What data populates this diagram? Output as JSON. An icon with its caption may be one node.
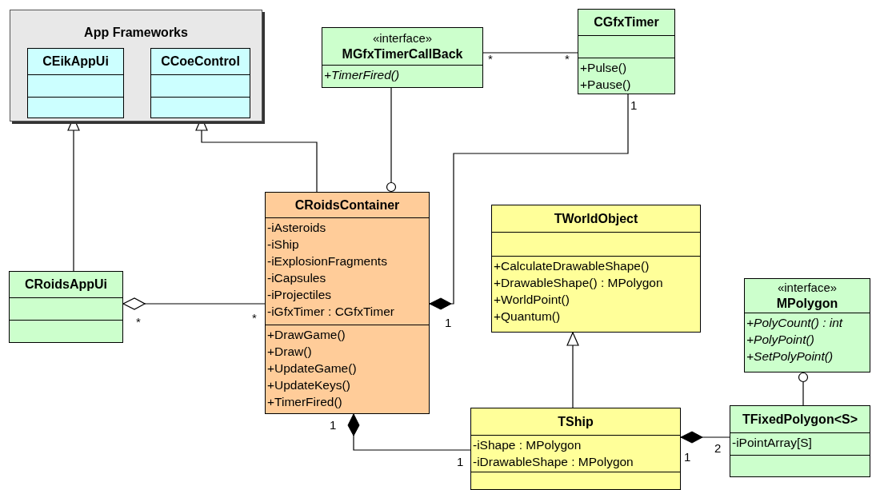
{
  "diagram": {
    "nodes": [
      {
        "text": [
          "App Frameworks"
        ]
      },
      {
        "text": [
          "CEikAppUi"
        ],
        "in": 0
      },
      {
        "text": [
          "CCoeControl"
        ],
        "in": 0
      },
      {
        "text": [
          "«interface»",
          "MGfxTimerCallBack",
          "+TimerFired()"
        ]
      },
      {
        "text": [
          "CGfxTimer",
          "+Pulse()",
          "+Pause()"
        ]
      },
      {
        "text": [
          "CRoidsAppUi"
        ]
      },
      {
        "text": [
          "CRoidsContainer",
          "-iAsteroids",
          "-iShip",
          "-iExplosionFragments",
          "-iCapsules",
          "-iProjectiles",
          "-iGfxTimer : CGfxTimer",
          "+DrawGame()",
          "+Draw()",
          "+UpdateGame()",
          "+UpdateKeys()",
          "+TimerFired()"
        ]
      },
      {
        "text": [
          "TWorldObject",
          "+CalculateDrawableShape()",
          "+DrawableShape() : MPolygon",
          "+WorldPoint()",
          "+Quantum()"
        ]
      },
      {
        "text": [
          "«interface»",
          "MPolygon",
          "+PolyCount() : int",
          "+PolyPoint()",
          "+SetPolyPoint()"
        ]
      },
      {
        "text": [
          "TShip",
          "-iShape : MPolygon",
          "-iDrawableShape : MPolygon"
        ]
      },
      {
        "text": [
          "TFixedPolygon<S>",
          "-iPointArray[S]"
        ]
      }
    ],
    "edges": [
      {
        "from": 5,
        "to": 1,
        "arrow": "to"
      },
      {
        "from": 6,
        "to": 2,
        "arrow": "to"
      },
      {
        "from": 3,
        "to": 6,
        "arrow": "other"
      },
      {
        "from": 3,
        "to": 4,
        "arrow": "none"
      },
      {
        "from": 4,
        "to": 6,
        "arrow": "other"
      },
      {
        "from": 6,
        "to": 5,
        "arrow": "other"
      },
      {
        "from": 9,
        "to": 6,
        "arrow": "other"
      },
      {
        "from": 9,
        "to": 7,
        "arrow": "to"
      },
      {
        "from": 10,
        "to": 9,
        "arrow": "other"
      },
      {
        "from": 10,
        "to": 8,
        "arrow": "other"
      }
    ],
    "labels": [
      "*",
      "*",
      "1",
      "*",
      "*",
      "1",
      "1",
      "1",
      "1",
      "2"
    ]
  }
}
